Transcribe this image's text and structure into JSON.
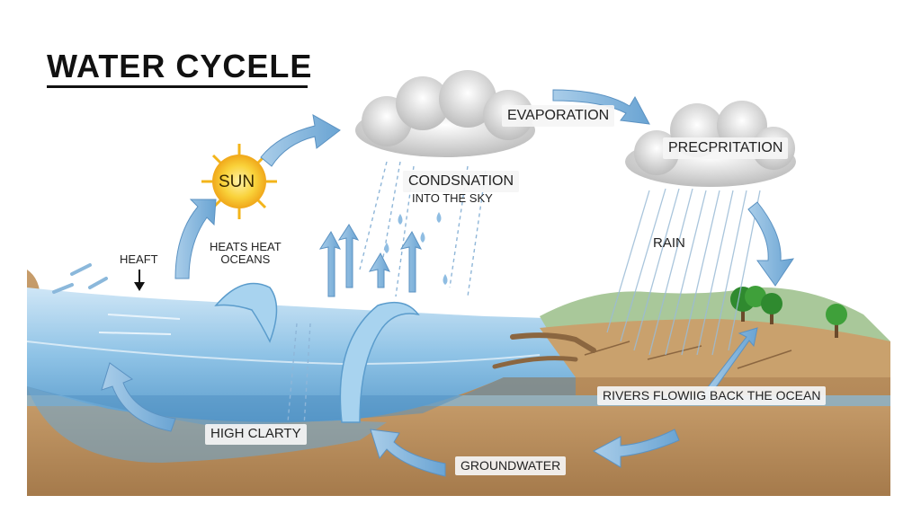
{
  "title": "WATER CYCELE",
  "labels": {
    "sun": "SUN",
    "heat": "HEAFT",
    "heats_oceans_line1": "HEATS HEAT",
    "heats_oceans_line2": "OCEANS",
    "condensation": "CONDSNATION",
    "into_sky": "INTO THE SKY",
    "evaporation": "EVAPORATION",
    "precipitation": "PRECPRITATION",
    "rain": "RAIN",
    "rivers": "RIVERS FLOWIIG BACK THE OCEAN",
    "high_clarity": "HIGH CLARTY",
    "groundwater": "GROUNDWATER"
  },
  "colors": {
    "water": "#8fc3e6",
    "water_deep": "#5b9ccc",
    "soil": "#b98d5e",
    "arrow": "#7fb2dc",
    "cloud": "#e4e4e4",
    "sun": "#f6c21b",
    "tree": "#2f8a2f",
    "land_green": "#9fbf8f"
  },
  "icons": [
    "sun-icon",
    "cloud-icon",
    "tree-icon",
    "wave-icon",
    "arrow-icon",
    "raindrop-icon"
  ]
}
